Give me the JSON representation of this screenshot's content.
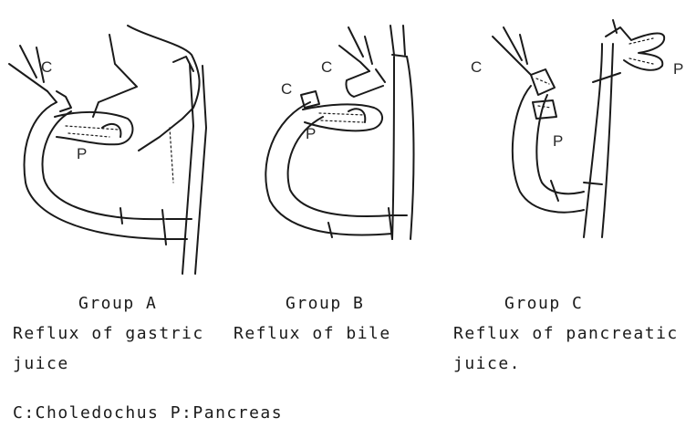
{
  "groups": [
    {
      "title": "Group A",
      "desc_line1": "Reflux of gastric",
      "desc_line2": "juice"
    },
    {
      "title": "Group B",
      "desc_line1": "Reflux of bile",
      "desc_line2": ""
    },
    {
      "title": "Group C",
      "desc_line1": "Reflux of pancreatic",
      "desc_line2": "juice."
    }
  ],
  "diagram_labels": {
    "choledochus": "C",
    "pancreas": "P"
  },
  "legend": "C:Choledochus   P:Pancreas"
}
